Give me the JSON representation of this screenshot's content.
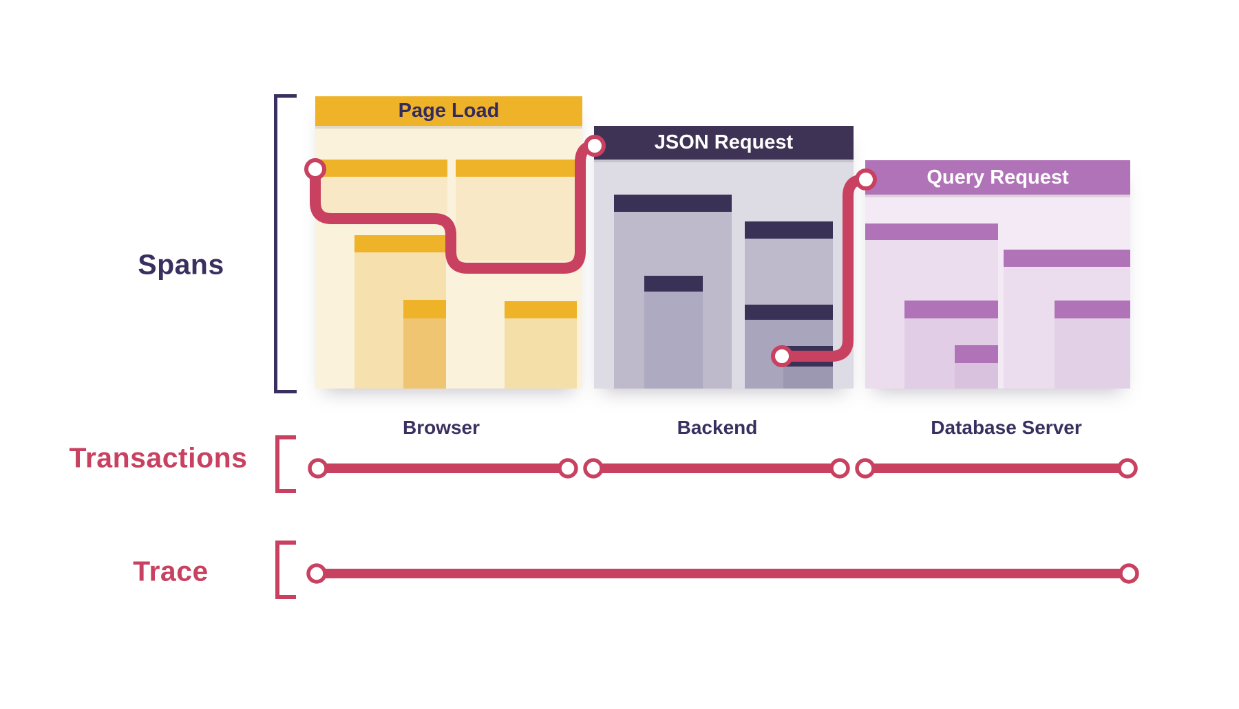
{
  "labels": {
    "spans": "Spans",
    "transactions": "Transactions",
    "trace": "Trace"
  },
  "services": [
    {
      "label": "Browser",
      "transaction": "Page Load"
    },
    {
      "label": "Backend",
      "transaction": "JSON Request"
    },
    {
      "label": "Database Server",
      "transaction": "Query Request"
    }
  ],
  "colors": {
    "crimson_line": "#C84160",
    "navy_text": "#3A3060",
    "browser_accent": "#EFB32A",
    "browser_panel_bg": "#FBF2DC",
    "backend_accent": "#3E3355",
    "backend_panel_bg": "#DDDBE4",
    "database_accent": "#B173B7",
    "database_panel_bg": "#F4EAF5"
  }
}
